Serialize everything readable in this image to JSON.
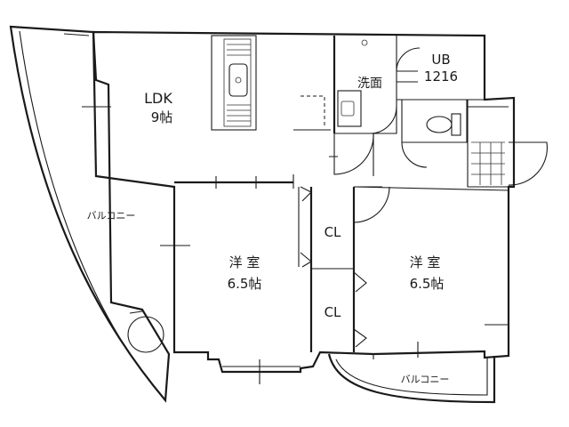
{
  "rooms": {
    "ldk": {
      "name": "LDK",
      "size": "9帖"
    },
    "western_1": {
      "name": "洋 室",
      "size": "6.5帖"
    },
    "western_2": {
      "name": "洋 室",
      "size": "6.5帖"
    },
    "closet_1": {
      "name": "CL"
    },
    "closet_2": {
      "name": "CL"
    },
    "washroom": {
      "name": "洗面"
    },
    "bathroom": {
      "name": "UB",
      "size": "1216"
    }
  },
  "balconies": {
    "west": {
      "name": "バルコニー"
    },
    "south": {
      "name": "バルコニー"
    }
  }
}
